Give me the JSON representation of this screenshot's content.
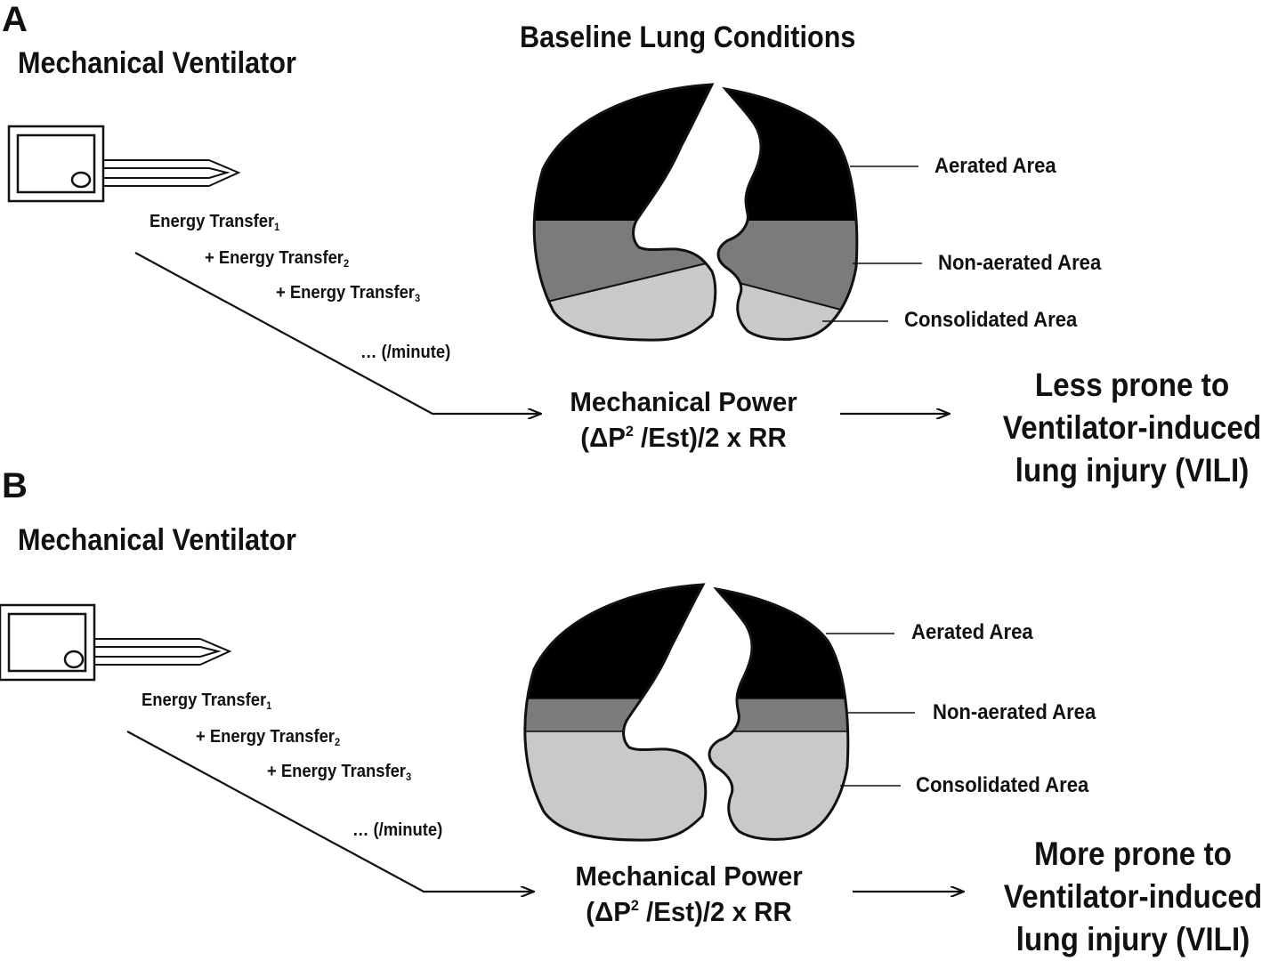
{
  "panel_a": {
    "letter": "A",
    "ventilator_title": "Mechanical Ventilator",
    "lung_title": "Baseline Lung Conditions",
    "energy_transfers": {
      "line1_text": "Energy Transfer",
      "line1_sub": "1",
      "line2_text": "+ Energy Transfer",
      "line2_sub": "2",
      "line3_text": "+ Energy Transfer",
      "line3_sub": "3",
      "line4_text": "… (/minute)"
    },
    "region_labels": {
      "aerated": "Aerated Area",
      "non_aerated": "Non-aerated Area",
      "consolidated": "Consolidated Area"
    },
    "power": {
      "title": "Mechanical Power",
      "formula_pre": "(ΔP",
      "formula_sup": "2",
      "formula_post": " /Est)/2 x RR"
    },
    "risk": {
      "line1": "Less prone to",
      "line2": "Ventilator-induced",
      "line3": "lung injury (VILI)"
    }
  },
  "panel_b": {
    "letter": "B",
    "ventilator_title": "Mechanical Ventilator",
    "energy_transfers": {
      "line1_text": "Energy Transfer",
      "line1_sub": "1",
      "line2_text": "+ Energy Transfer",
      "line2_sub": "2",
      "line3_text": "+ Energy Transfer",
      "line3_sub": "3",
      "line4_text": "… (/minute)"
    },
    "region_labels": {
      "aerated": "Aerated Area",
      "non_aerated": "Non-aerated Area",
      "consolidated": "Consolidated Area"
    },
    "power": {
      "title": "Mechanical Power",
      "formula_pre": "(ΔP",
      "formula_sup": "2",
      "formula_post": " /Est)/2 x RR"
    },
    "risk": {
      "line1": "More prone to",
      "line2": "Ventilator-induced",
      "line3": "lung injury (VILI)"
    }
  },
  "colors": {
    "aerated": "#000000",
    "non_aerated": "#7b7b7b",
    "consolidated": "#c9c9c9",
    "outline": "#111111"
  }
}
